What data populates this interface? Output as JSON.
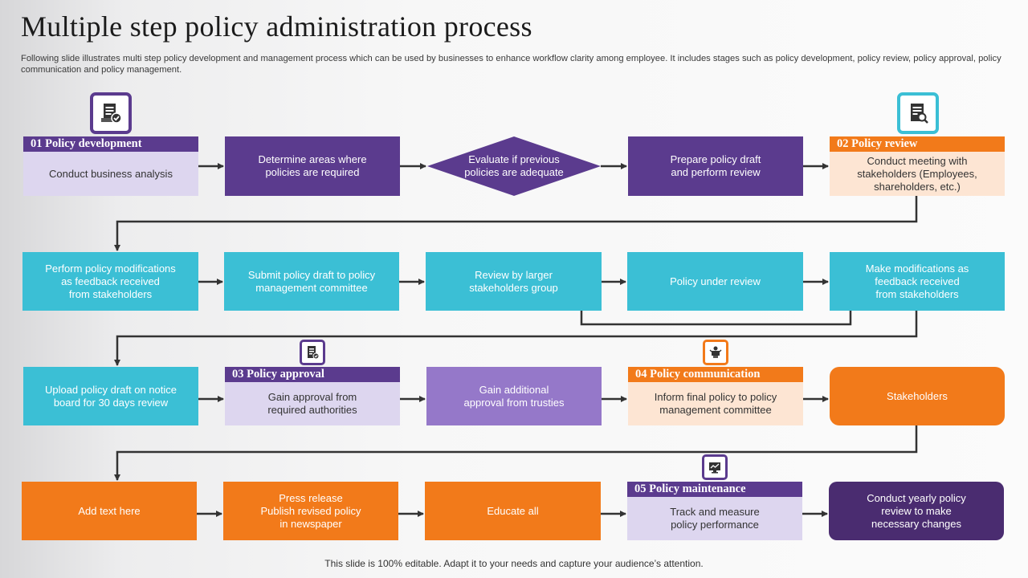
{
  "header": {
    "title": "Multiple step policy administration process",
    "subtitle": "Following slide illustrates multi step policy development and management process which can be used by businesses to enhance workflow clarity among employee. It includes stages such as policy development, policy review, policy approval, policy communication and policy management."
  },
  "footer": "This slide is 100% editable. Adapt it to your needs and capture your audience’s attention.",
  "icons": {
    "development": "policy-document-check-icon",
    "review": "document-search-icon",
    "approval": "checklist-approval-icon",
    "communication": "announcement-icon",
    "maintenance": "monitor-performance-icon"
  },
  "colors": {
    "purple": "#5b3b8e",
    "cyan": "#3bbfd5",
    "orange": "#f27a1a",
    "lilac": "#9578c9",
    "dark_purple": "#4a2c70"
  },
  "row1": {
    "policy_development": {
      "header": "01 Policy development",
      "body": "Conduct business analysis"
    },
    "determine_areas": "Determine areas where\npolicies are required",
    "evaluate": "Evaluate  if previous\npolicies are adequate",
    "prepare_draft": "Prepare policy draft\nand perform review",
    "policy_review": {
      "header": "02 Policy review",
      "body": "Conduct meeting with\nstakeholders (Employees,\nshareholders,  etc.)"
    }
  },
  "row2": {
    "perform_modifications": "Perform policy modifications\nas feedback received\nfrom stakeholders",
    "submit_draft": "Submit policy draft to policy\nmanagement committee",
    "review_larger": "Review  by larger\nstakeholders group",
    "under_review": "Policy under  review",
    "make_modifications": "Make modifications as\nfeedback received\nfrom stakeholders"
  },
  "row3": {
    "upload_draft": "Upload policy draft on notice\nboard for 30 days review",
    "policy_approval": {
      "header": "03 Policy approval",
      "body": "Gain approval  from\nrequired authorities"
    },
    "gain_additional": "Gain additional\napproval  from trusties",
    "policy_communication": {
      "header": "04 Policy communication",
      "body": "Inform final policy to policy\nmanagement committee"
    },
    "stakeholders": "Stakeholders"
  },
  "row4": {
    "add_text": "Add text here",
    "press_release": "Press release\nPublish revised  policy\nin newspaper",
    "educate_all": "Educate all",
    "policy_maintenance": {
      "header": "05 Policy maintenance",
      "body": "Track and measure\npolicy performance"
    },
    "conduct_yearly": "Conduct yearly policy\nreview  to make\nnecessary changes"
  }
}
